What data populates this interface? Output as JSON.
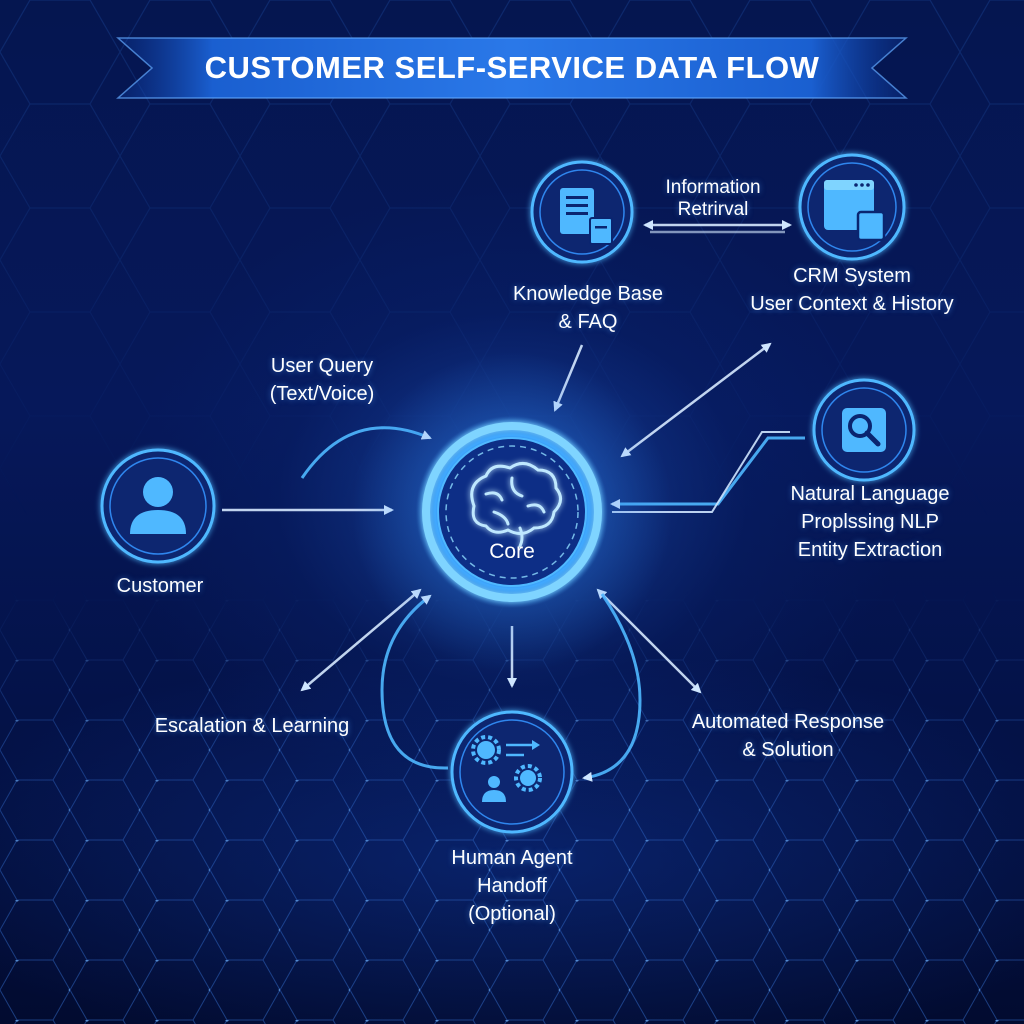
{
  "title": "CUSTOMER SELF-SERVICE DATA FLOW",
  "colors": {
    "background": "#051650",
    "accent": "#4fb8ff",
    "glow": "#7fd4ff",
    "banner": "#1a5fd0",
    "text": "#ffffff"
  },
  "nodes": {
    "core": {
      "label": "Core",
      "icon": "brain-icon"
    },
    "customer": {
      "label": "Customer",
      "icon": "user-icon"
    },
    "knowledge_base": {
      "line1": "Knowledge Base",
      "line2": "& FAQ",
      "icon": "document-icon"
    },
    "crm": {
      "line1": "CRM System",
      "line2": "User Context & History",
      "icon": "browser-window-icon"
    },
    "nlp": {
      "line1": "Natural Language",
      "line2": "Proplssing NLP",
      "line3": "Entity Extraction",
      "icon": "search-icon"
    },
    "human_agent": {
      "line1": "Human Agent",
      "line2": "Handoff",
      "line3": "(Optional)",
      "icon": "gears-person-icon"
    }
  },
  "flows": {
    "user_query": {
      "line1": "User Query",
      "line2": "(Text/Voice)"
    },
    "information_retrieval": {
      "line1": "Information",
      "line2": "Retrirval"
    },
    "escalation": {
      "label": "Escalation & Learning"
    },
    "automated_response": {
      "line1": "Automated Response",
      "line2": "& Solution"
    }
  }
}
